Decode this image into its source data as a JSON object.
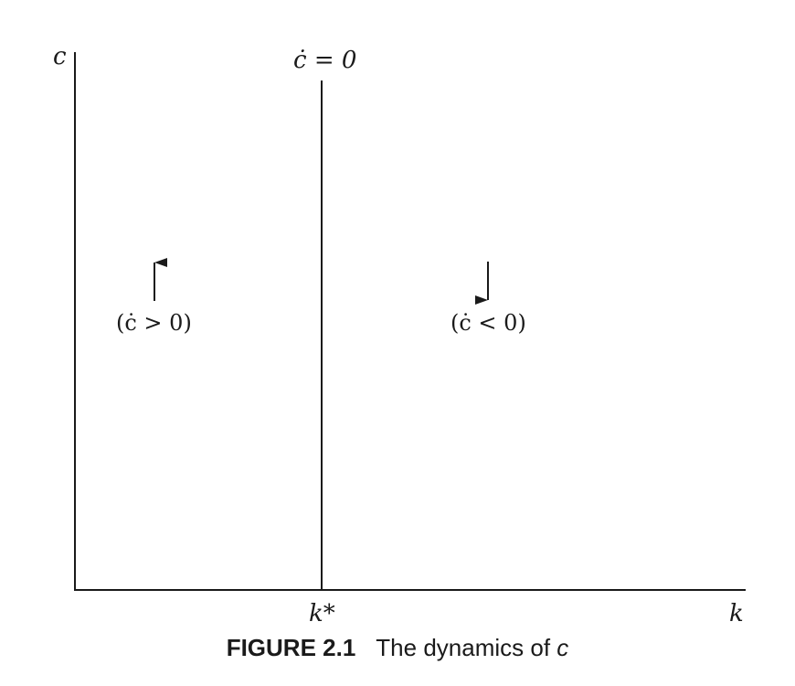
{
  "diagram": {
    "axes": {
      "y_label": "c",
      "x_label": "k"
    },
    "locus": {
      "label": "ċ = 0",
      "x_tick_label": "k*"
    },
    "regions": [
      {
        "label": "(ċ > 0)",
        "arrow": "up"
      },
      {
        "label": "(ċ < 0)",
        "arrow": "down"
      }
    ]
  },
  "caption": {
    "figure_number": "FIGURE 2.1",
    "title": "The dynamics of ",
    "title_var": "c"
  }
}
